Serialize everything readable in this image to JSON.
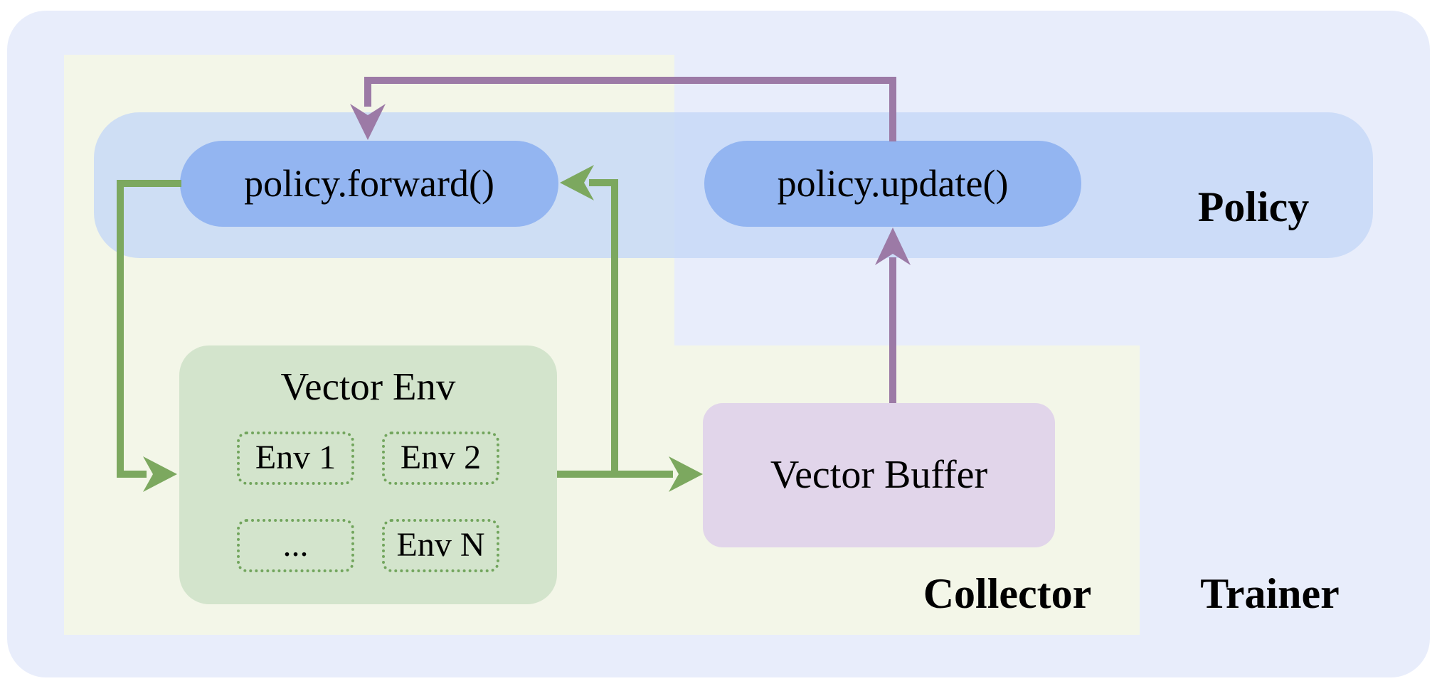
{
  "regions": {
    "trainer": {
      "label": "Trainer"
    },
    "collector": {
      "label": "Collector"
    },
    "policy": {
      "label": "Policy"
    }
  },
  "nodes": {
    "policy_forward": {
      "label": "policy.forward()"
    },
    "policy_update": {
      "label": "policy.update()"
    },
    "vector_env": {
      "title": "Vector Env",
      "envs": [
        "Env 1",
        "Env 2",
        "...",
        "Env N"
      ]
    },
    "vector_buffer": {
      "label": "Vector Buffer"
    }
  },
  "edges": [
    {
      "from": "policy_forward",
      "to": "vector_env",
      "color": "green"
    },
    {
      "from": "vector_env",
      "to": "policy_forward",
      "color": "green"
    },
    {
      "from": "vector_env",
      "to": "vector_buffer",
      "color": "green"
    },
    {
      "from": "vector_buffer",
      "to": "policy_update",
      "color": "purple"
    },
    {
      "from": "policy_update",
      "to": "policy_forward",
      "color": "purple"
    }
  ],
  "colors": {
    "trainer_bg": "#e8edfb",
    "collector_bg": "#f3f6e8",
    "policy_band": "rgba(198,216,246,0.82)",
    "node_pill": "#93b5f1",
    "env_fill": "#d3e4cc",
    "buffer_fill": "#e1d5ea",
    "env_border": "#72a55d",
    "arrow_green": "#7ca85f",
    "arrow_purple": "#9c7aa6",
    "text": "#000000"
  }
}
